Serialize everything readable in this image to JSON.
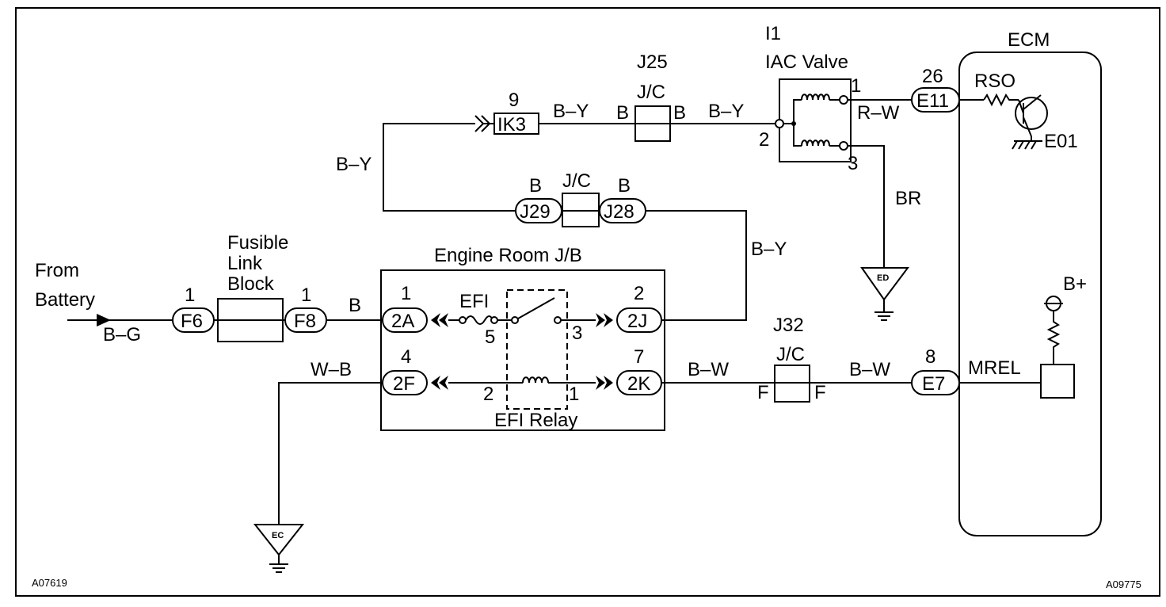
{
  "figure_ids": {
    "left": "A07619",
    "right": "A09775"
  },
  "source": {
    "from": "From",
    "battery": "Battery",
    "wire_bg": "B–G"
  },
  "fusible_link": {
    "line1": "Fusible",
    "line2": "Link",
    "line3": "Block",
    "in_conn": "F6",
    "in_pin": "1",
    "out_conn": "F8",
    "out_pin": "1",
    "wire_out": "B"
  },
  "engine_room_jb": {
    "title": "Engine Room J/B",
    "fuse": "EFI",
    "relay": "EFI Relay",
    "connectors": [
      {
        "id": "2A",
        "pin": "1"
      },
      {
        "id": "2J",
        "pin": "2"
      },
      {
        "id": "2F",
        "pin": "4"
      },
      {
        "id": "2K",
        "pin": "7"
      }
    ],
    "relay_pins": {
      "p5": "5",
      "p3": "3",
      "p2": "2",
      "p1": "1"
    }
  },
  "wires": {
    "by_left": "B–Y",
    "by_right": "B–Y",
    "by_ik3": "B–Y",
    "by_j25": "B–Y",
    "rw": "R–W",
    "br": "BR",
    "wb": "W–B",
    "bw1": "B–W",
    "bw2": "B–W"
  },
  "ik3": {
    "conn": "IK3",
    "pin": "9"
  },
  "j25": {
    "name": "J25",
    "type": "J/C",
    "pin_l": "B",
    "pin_r": "B"
  },
  "j29_j28": {
    "type": "J/C",
    "left": "J29",
    "right": "J28",
    "pin_l": "B",
    "pin_r": "B"
  },
  "j32": {
    "name": "J32",
    "type": "J/C",
    "pin_l": "F",
    "pin_r": "F"
  },
  "iac": {
    "ref": "I1",
    "name": "IAC Valve",
    "pin1": "1",
    "pin2": "2",
    "pin3": "3"
  },
  "ecm": {
    "title": "ECM",
    "e11": "E11",
    "e11_pin": "26",
    "e7": "E7",
    "e7_pin": "8",
    "rso": "RSO",
    "e01": "E01",
    "mrel": "MREL",
    "bplus": "B+"
  },
  "grounds": {
    "ed": "ED",
    "ec": "EC"
  }
}
